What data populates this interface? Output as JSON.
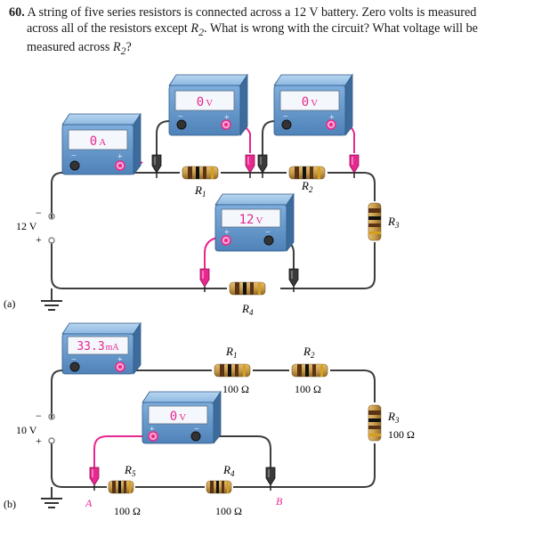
{
  "question": {
    "number": "60.",
    "line1": "A string of five series resistors is connected across a 12 V battery. Zero volts is measured",
    "line2a": "across all of the resistors except ",
    "line2b": ". What is wrong with the circuit? What voltage will be",
    "line3a": "measured across ",
    "line3b": "?",
    "r2_main": "R",
    "r2_sub": "2"
  },
  "panel_a": {
    "label": "(a)",
    "battery_label": "12 V",
    "battery_minus": "−",
    "battery_plus": "+",
    "ammeter": {
      "digits": "0",
      "unit": "A"
    },
    "voltmeter_r1": {
      "digits": "0",
      "unit": "V"
    },
    "voltmeter_r2": {
      "digits": "0",
      "unit": "V"
    },
    "voltmeter_r4": {
      "digits": "12",
      "unit": "V"
    },
    "resistors": [
      {
        "letter": "R",
        "sub": "1"
      },
      {
        "letter": "R",
        "sub": "2"
      },
      {
        "letter": "R",
        "sub": "3"
      },
      {
        "letter": "R",
        "sub": "4"
      }
    ],
    "meter_minus": "−",
    "meter_plus": "+"
  },
  "panel_b": {
    "label": "(b)",
    "battery_label": "10 V",
    "battery_minus": "−",
    "battery_plus": "+",
    "ammeter": {
      "digits": "33.3",
      "unit": "mA"
    },
    "voltmeter": {
      "digits": "0",
      "unit": "V"
    },
    "resistors": [
      {
        "letter": "R",
        "sub": "1",
        "value": "100 Ω"
      },
      {
        "letter": "R",
        "sub": "2",
        "value": "100 Ω"
      },
      {
        "letter": "R",
        "sub": "3",
        "value": "100 Ω"
      },
      {
        "letter": "R",
        "sub": "4",
        "value": "100 Ω"
      },
      {
        "letter": "R",
        "sub": "5",
        "value": "100 Ω"
      }
    ],
    "point_a": "A",
    "point_b": "B",
    "meter_minus": "−",
    "meter_plus": "+"
  },
  "colors": {
    "wire": "#3d3d3d",
    "lead_pink": "#e8278f",
    "meter_body": "#5f93c6",
    "meter_top": "#8cb8e2",
    "display_text": "#e8278f",
    "resistor_body": "#c99c4a"
  }
}
